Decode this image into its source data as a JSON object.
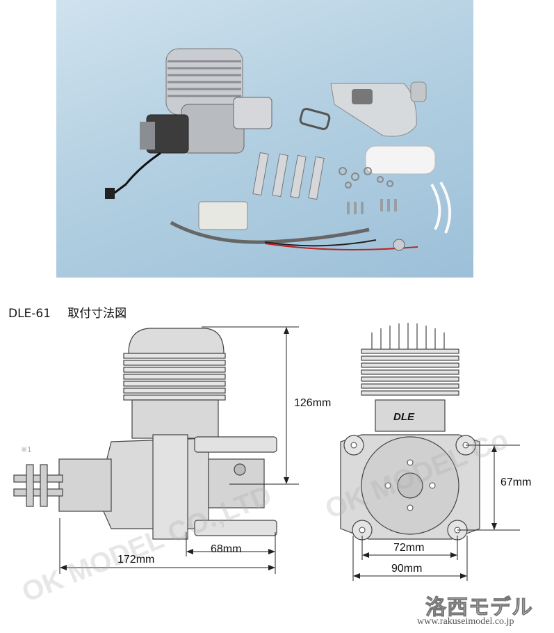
{
  "heading": {
    "model": "DLE-61",
    "subtitle": "取付寸法図"
  },
  "dimensions": {
    "height": "126mm",
    "length": "172mm",
    "mount_depth": "68mm",
    "bolt_vertical": "67mm",
    "bolt_horizontal": "72mm",
    "width": "90mm"
  },
  "labels": {
    "engine_brand": "DLE",
    "side_mark": "※1"
  },
  "watermarks": {
    "left": "OK MODEL CO.,LTD",
    "right": "OK MODEL Co"
  },
  "footer": {
    "logo": "洛西モデル",
    "url": "www.rakuseimodel.co.jp"
  },
  "colors": {
    "photo_background": "#b4d0e2",
    "engine_metal": "#c9ccd0",
    "muffler_silver": "#d7dadd"
  }
}
